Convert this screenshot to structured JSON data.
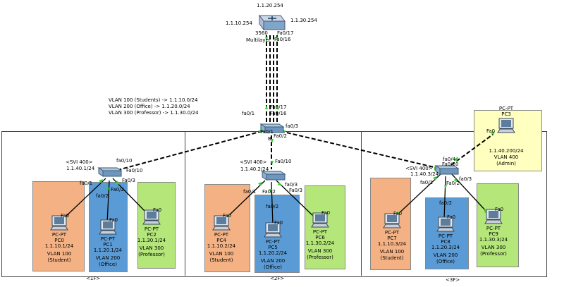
{
  "floors": {
    "f1": "<1F>",
    "f2": "<2F>",
    "f3": "<3F>"
  },
  "vlan_legend": [
    "VLAN 100 (Students)  -> 1.1.10.0/24",
    "VLAN 200 (Office)      -> 1.1.20.0/24",
    "VLAN 300 (Professor) -> 1.1.30.0/24"
  ],
  "core": {
    "ip_top": "1.1.20.254",
    "ip_left": "1.1.10.254",
    "ip_right": "1.1.30.254",
    "model": "3560",
    "name": "Multilayer",
    "ports": {
      "a": "Fa0/17",
      "b": "Fa0/16"
    }
  },
  "dist": {
    "ports": {
      "fa017": "Fa0/17",
      "fa016": "Fa0/16",
      "fa01": "fa0/1",
      "fa02": "Fa0/2",
      "fa03": "fa0/3",
      "fa01b": "Fa0/1"
    },
    "name": "B"
  },
  "sw1": {
    "svi": "<SVI 400>",
    "ip": "1.1.40.1/24",
    "ports": {
      "p10a": "fa0/10",
      "p10b": "Fa0/10",
      "p1": "fa0/1",
      "p3": "Fa0/3",
      "p2a": "Fa0/2",
      "p2b": "fa0/2"
    }
  },
  "sw2": {
    "svi": "<SVI 400>",
    "ip": "1.1.40.2/24",
    "ports": {
      "p10": "Fa0/10",
      "p1": "fa0/1",
      "p2a": "Fa0/2",
      "p3a": "fa0/3",
      "p3b": "Fa0/3",
      "p2b": "fa0/2"
    }
  },
  "sw3": {
    "svi": "<SVI 400>",
    "ip": "1.1.40.3/24",
    "ports": {
      "p10": "Fa0/10",
      "p4": "fa0/4",
      "p1": "fa0/1",
      "p3": "fa0/3",
      "p2a": "Fa0/2",
      "p2b": "fa0/2"
    }
  },
  "pcs": [
    {
      "id": "pc0",
      "port": "Fa0",
      "type": "PC-PT",
      "name": "PC0",
      "ip": "1.1.10.1/24",
      "vlan": "VLAN 100",
      "role": "(Student)"
    },
    {
      "id": "pc1",
      "port": "Fa0",
      "type": "PC-PT",
      "name": "PC1",
      "ip": "1.1.20.1/24",
      "vlan": "VLAN 200",
      "role": "(Office)"
    },
    {
      "id": "pc2",
      "port": "Fa0",
      "type": "PC-PT",
      "name": "PC2",
      "ip": "1.1.30.1/24",
      "vlan": "VLAN 300",
      "role": "(Professor)"
    },
    {
      "id": "pc4",
      "port": "Fa0",
      "type": "PC-PT",
      "name": "PC4",
      "ip": "1.1.10.2/24",
      "vlan": "VLAN 100",
      "role": "(Student)"
    },
    {
      "id": "pc5",
      "port": "Fa0",
      "type": "PC-PT",
      "name": "PC5",
      "ip": "1.1.20.2/24",
      "vlan": "VLAN 200",
      "role": "(Office)"
    },
    {
      "id": "pc6",
      "port": "Fa0",
      "type": "PC-PT",
      "name": "PC6",
      "ip": "1.1.30.2/24",
      "vlan": "VLAN 300",
      "role": "(Professor)"
    },
    {
      "id": "pc7",
      "port": "Fa0",
      "type": "PC-PT",
      "name": "PC7",
      "ip": "1.1.10.3/24",
      "vlan": "VLAN 100",
      "role": "(Student)"
    },
    {
      "id": "pc8",
      "port": "Fa0",
      "type": "PC-PT",
      "name": "PC8",
      "ip": "1.1.20.3/24",
      "vlan": "VLAN 200",
      "role": "(Office)"
    },
    {
      "id": "pc9",
      "port": "Fa0",
      "type": "PC-PT",
      "name": "PC9",
      "ip": "1.1.30.3/24",
      "vlan": "VLAN 300",
      "role": "(Professor)"
    },
    {
      "id": "pc3",
      "port": "Fa0",
      "type": "PC-PT",
      "name": "PC3",
      "ip": "1.1.40.200/24",
      "vlan": "VLAN 400",
      "role": "(Admin)"
    }
  ],
  "colors": {
    "student": "#f4b183",
    "office": "#5b9bd5",
    "professor": "#b4e67a",
    "admin": "#ffffc0",
    "link_up": "#2fd22f"
  }
}
